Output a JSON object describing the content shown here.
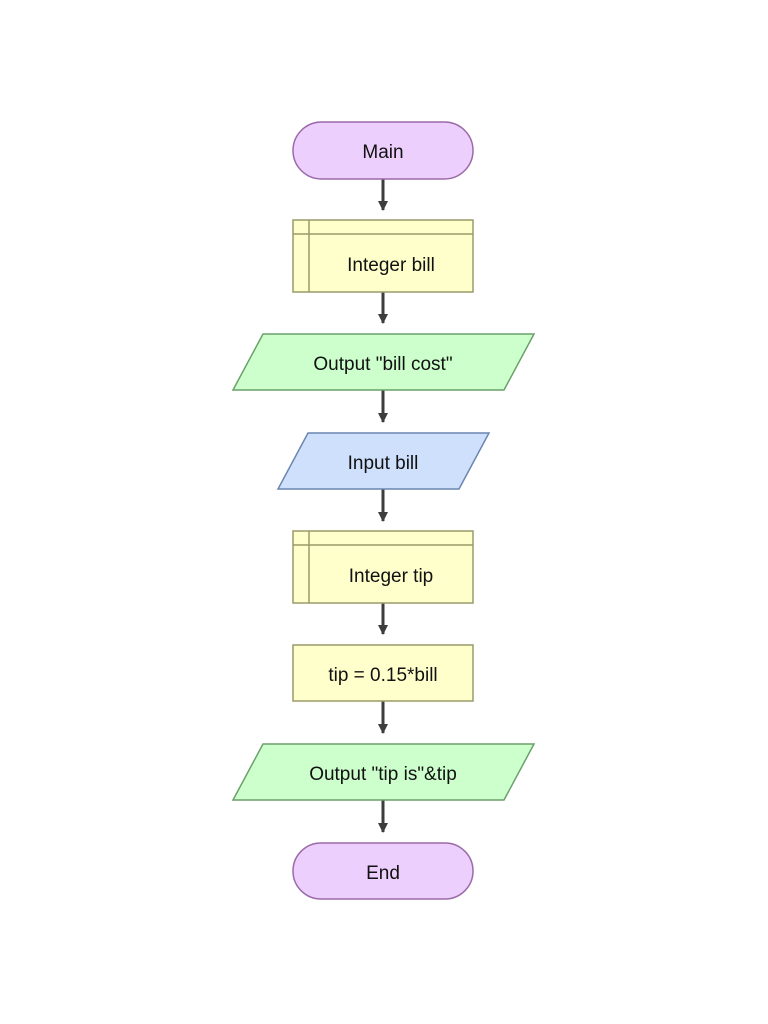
{
  "flowchart": {
    "start": {
      "label": "Main"
    },
    "declare_bill": {
      "label": "Integer bill"
    },
    "output_bill_cost": {
      "label": "Output \"bill cost\""
    },
    "input_bill": {
      "label": "Input bill"
    },
    "declare_tip": {
      "label": "Integer tip"
    },
    "assign_tip": {
      "label": "tip = 0.15*bill"
    },
    "output_tip": {
      "label": "Output \"tip is\"&tip"
    },
    "end": {
      "label": "End"
    }
  },
  "colors": {
    "terminal_fill": "#eccffd",
    "terminal_stroke": "#9b6aa9",
    "declare_fill": "#ffffcc",
    "declare_stroke": "#9a9a6a",
    "output_fill": "#ccffcc",
    "output_stroke": "#6aa06a",
    "input_fill": "#cfe0fd",
    "input_stroke": "#6a86b0",
    "arrow": "#3d3d3d"
  }
}
